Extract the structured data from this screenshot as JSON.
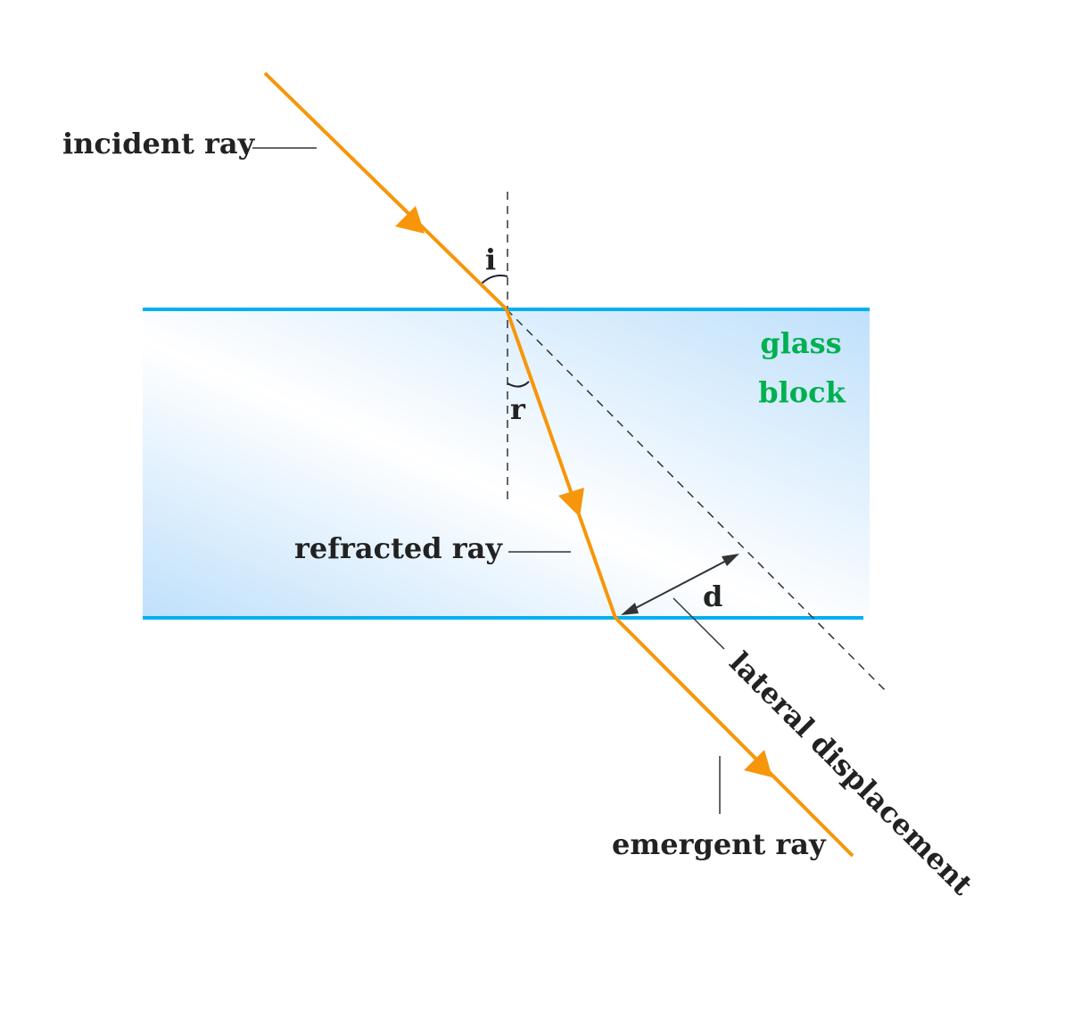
{
  "labels": {
    "incident": "incident ray",
    "refracted": "refracted ray",
    "emergent": "emergent ray",
    "glass_line1": "glass",
    "glass_line2": "block",
    "angle_i": "i",
    "angle_r": "r",
    "d": "d",
    "lateral": "lateral displacement"
  },
  "colors": {
    "ray": "#f7960a",
    "surface": "#00b0f0",
    "glass_text": "#00b050",
    "text": "#222222"
  }
}
